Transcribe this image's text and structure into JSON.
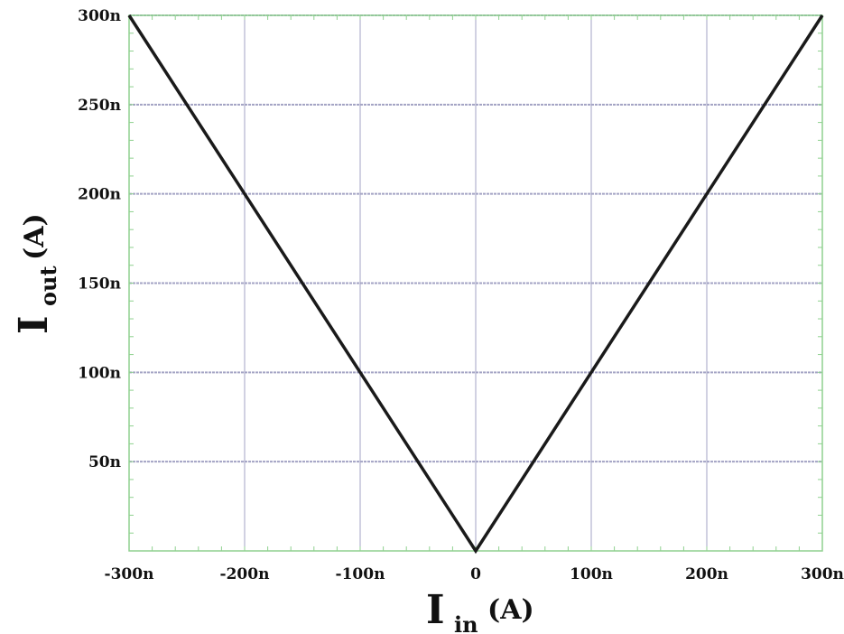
{
  "chart_data": {
    "type": "line",
    "xlabel": {
      "symbol": "I",
      "subscript": "in",
      "unit": "(A)"
    },
    "ylabel": {
      "symbol": "I",
      "subscript": "out",
      "unit": "(A)"
    },
    "xlim": [
      -3e-07,
      3e-07
    ],
    "ylim": [
      0,
      3e-07
    ],
    "x_ticks": [
      {
        "value": -3e-07,
        "label": "-300n"
      },
      {
        "value": -2e-07,
        "label": "-200n"
      },
      {
        "value": -1e-07,
        "label": "-100n"
      },
      {
        "value": 0,
        "label": "0"
      },
      {
        "value": 1e-07,
        "label": "100n"
      },
      {
        "value": 2e-07,
        "label": "200n"
      },
      {
        "value": 3e-07,
        "label": "300n"
      }
    ],
    "y_ticks": [
      {
        "value": 5e-08,
        "label": "50n"
      },
      {
        "value": 1e-07,
        "label": "100n"
      },
      {
        "value": 1.5e-07,
        "label": "150n"
      },
      {
        "value": 2e-07,
        "label": "200n"
      },
      {
        "value": 2.5e-07,
        "label": "250n"
      },
      {
        "value": 3e-07,
        "label": "300n"
      }
    ],
    "grid": true,
    "series": [
      {
        "color": "#1a1a1a",
        "x": [
          -3e-07,
          -2e-07,
          -1e-07,
          0,
          1e-07,
          2e-07,
          3e-07
        ],
        "y": [
          3e-07,
          2e-07,
          1e-07,
          0,
          1e-07,
          2e-07,
          3e-07
        ]
      }
    ],
    "colors": {
      "frame": "#8fd18f",
      "grid": "#a3a3c4",
      "line": "#1a1a1a"
    }
  }
}
